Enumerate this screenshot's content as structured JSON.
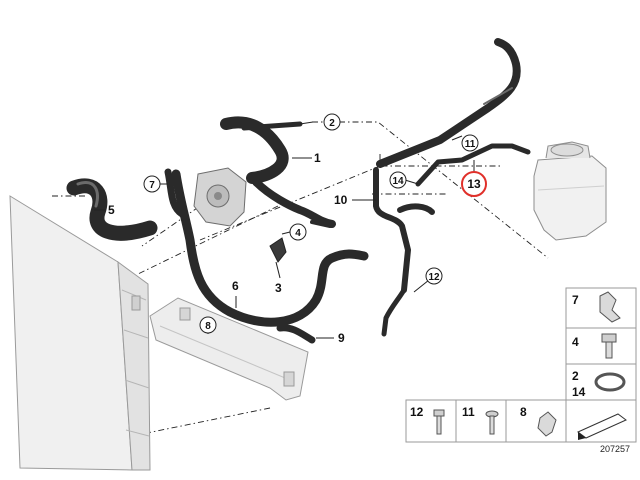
{
  "diagram": {
    "parts": [
      {
        "id": "p1",
        "number": "1"
      },
      {
        "id": "p2",
        "number": "2"
      },
      {
        "id": "p3",
        "number": "3"
      },
      {
        "id": "p4",
        "number": "4"
      },
      {
        "id": "p5",
        "number": "5"
      },
      {
        "id": "p6",
        "number": "6"
      },
      {
        "id": "p7",
        "number": "7"
      },
      {
        "id": "p8",
        "number": "8"
      },
      {
        "id": "p9",
        "number": "9"
      },
      {
        "id": "p10",
        "number": "10"
      },
      {
        "id": "p11",
        "number": "11"
      },
      {
        "id": "p12",
        "number": "12"
      },
      {
        "id": "p13",
        "number": "13",
        "highlighted": true
      },
      {
        "id": "p14",
        "number": "14"
      }
    ],
    "highlight_color": "#e0302a",
    "legend": [
      {
        "number": "7",
        "icon": "hose-clip-icon"
      },
      {
        "number": "4",
        "icon": "hex-bolt-icon"
      },
      {
        "number": "2",
        "icon": "spring-clamp-icon"
      },
      {
        "number": "14",
        "icon": "hose-section-icon"
      },
      {
        "number": "12",
        "icon": "hex-bolt-icon"
      },
      {
        "number": "11",
        "icon": "torx-screw-icon"
      },
      {
        "number": "8",
        "icon": "clip-icon"
      }
    ],
    "reference_number": "207257"
  }
}
